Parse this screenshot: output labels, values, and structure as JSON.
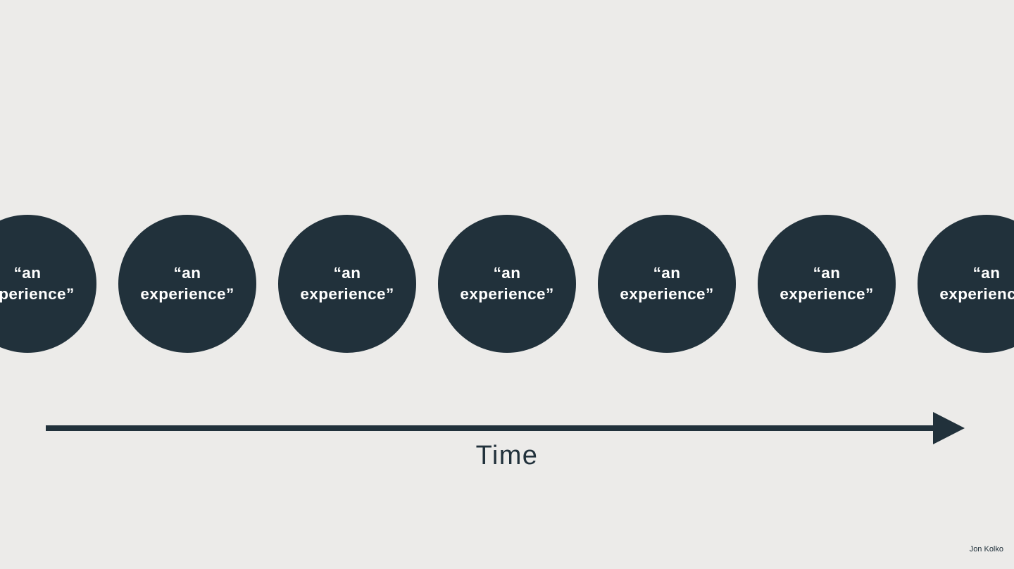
{
  "colors": {
    "background": "#ecebe9",
    "shape": "#21313b",
    "circle_text": "#ffffff",
    "label_text": "#21313b"
  },
  "circles": [
    {
      "label": "“an experience”"
    },
    {
      "label": "“an experience”"
    },
    {
      "label": "“an experience”"
    },
    {
      "label": "“an experience”"
    },
    {
      "label": "“an experience”"
    },
    {
      "label": "“an experience”"
    },
    {
      "label": "“an experience”"
    }
  ],
  "timeline": {
    "label": "Time"
  },
  "footer": {
    "author": "Jon Kolko"
  }
}
